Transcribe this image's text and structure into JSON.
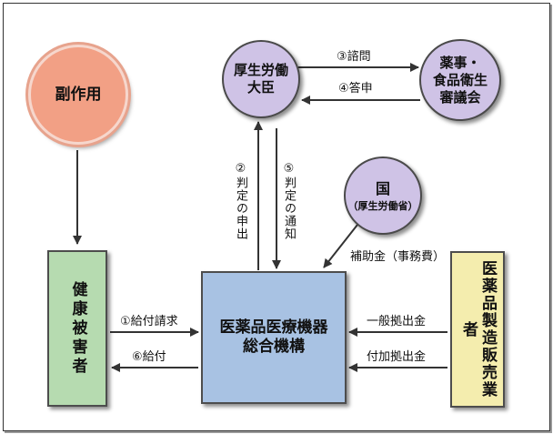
{
  "nodes": {
    "side_effect": "副作用",
    "minister_line1": "厚生労働",
    "minister_line2": "大臣",
    "council_line1": "薬事・",
    "council_line2": "食品衛生",
    "council_line3": "審議会",
    "country_line1": "国",
    "country_line2": "（厚生労働省）",
    "victim": "健康被害者",
    "pmda_line1": "医薬品医療機器",
    "pmda_line2": "総合機構",
    "manufacturer": "医薬品製造販売業者"
  },
  "edges": {
    "inquiry": "③諮問",
    "report": "④答申",
    "judgment_request": "②判定の申出",
    "judgment_notice": "⑤判定の通知",
    "subsidy": "補助金（事務費）",
    "payment_request": "①給付請求",
    "payment": "⑥給付",
    "general_contribution": "一般拠出金",
    "additional_contribution": "付加拠出金"
  },
  "colors": {
    "ministry_circle": "#cfc3e6",
    "side_effect_circle": "#f2a085",
    "victim_box": "#b6dbb0",
    "pmda_box": "#a8c2e3",
    "manufacturer_box": "#f4edae",
    "arrow": "#333333"
  }
}
